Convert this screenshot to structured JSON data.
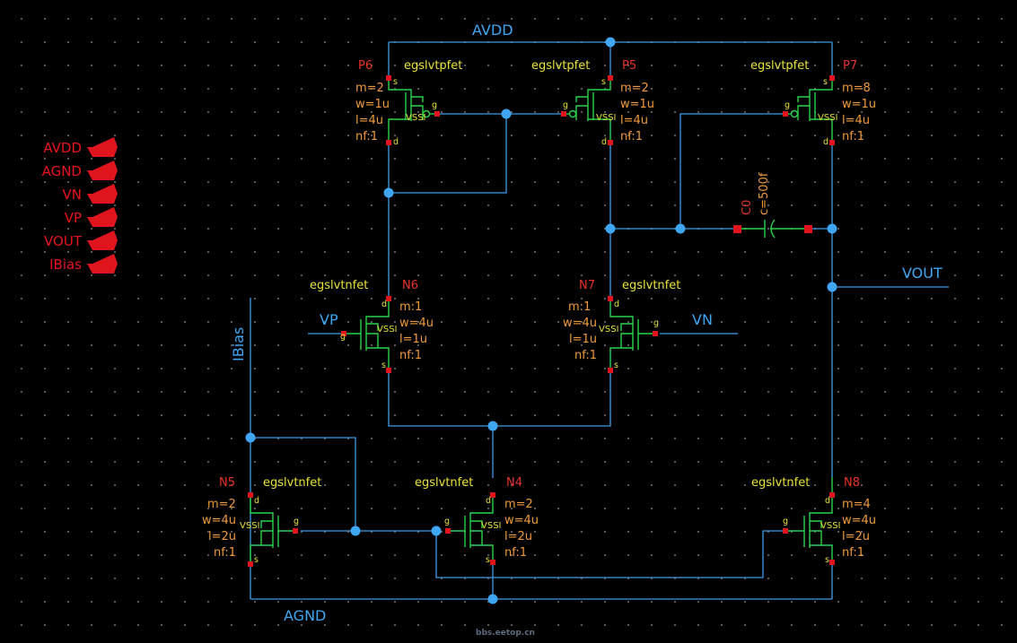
{
  "nets": {
    "avdd": "AVDD",
    "agnd": "AGND",
    "vout": "VOUT",
    "vp": "VP",
    "vn": "VN",
    "ibias": "IBias"
  },
  "pins": [
    "AVDD",
    "AGND",
    "VN",
    "VP",
    "VOUT",
    "IBias"
  ],
  "labels": {
    "s": "s",
    "d": "d",
    "g": "g",
    "vssi": "VSSI"
  },
  "devices": {
    "p6": {
      "name": "P6",
      "model": "egslvtpfet",
      "params": [
        "m=2",
        "w=1u",
        "l=4u",
        "nf:1"
      ]
    },
    "p5": {
      "name": "P5",
      "model": "egslvtpfet",
      "params": [
        "m=2",
        "w=1u",
        "l=4u",
        "nf:1"
      ]
    },
    "p7": {
      "name": "P7",
      "model": "egslvtpfet",
      "params": [
        "m=8",
        "w=1u",
        "l=4u",
        "nf:1"
      ]
    },
    "n6": {
      "name": "N6",
      "model": "egslvtnfet",
      "params": [
        "m:1",
        "w=4u",
        "l=1u",
        "nf:1"
      ]
    },
    "n7": {
      "name": "N7",
      "model": "egslvtnfet",
      "params": [
        "m:1",
        "w=4u",
        "l=1u",
        "nf:1"
      ]
    },
    "n5": {
      "name": "N5",
      "model": "egslvtnfet",
      "params": [
        "m=2",
        "w=4u",
        "l=2u",
        "nf:1"
      ]
    },
    "n4": {
      "name": "N4",
      "model": "egslvtnfet",
      "params": [
        "m=2",
        "w=4u",
        "l=2u",
        "nf:1"
      ]
    },
    "n8": {
      "name": "N8",
      "model": "egslvtnfet",
      "params": [
        "m=4",
        "w=4u",
        "l=2u",
        "nf:1"
      ]
    },
    "c0": {
      "name": "C0",
      "params": [
        "c=500f"
      ]
    }
  },
  "colors": {
    "background": "#000000",
    "wire": "#3f9be6",
    "device": "#2bd24a",
    "pin": "#e0141c",
    "instance_name": "#e8332a",
    "model": "#e8e23a",
    "param": "#ee9a3d"
  },
  "watermark": "bbs.eetop.cn"
}
